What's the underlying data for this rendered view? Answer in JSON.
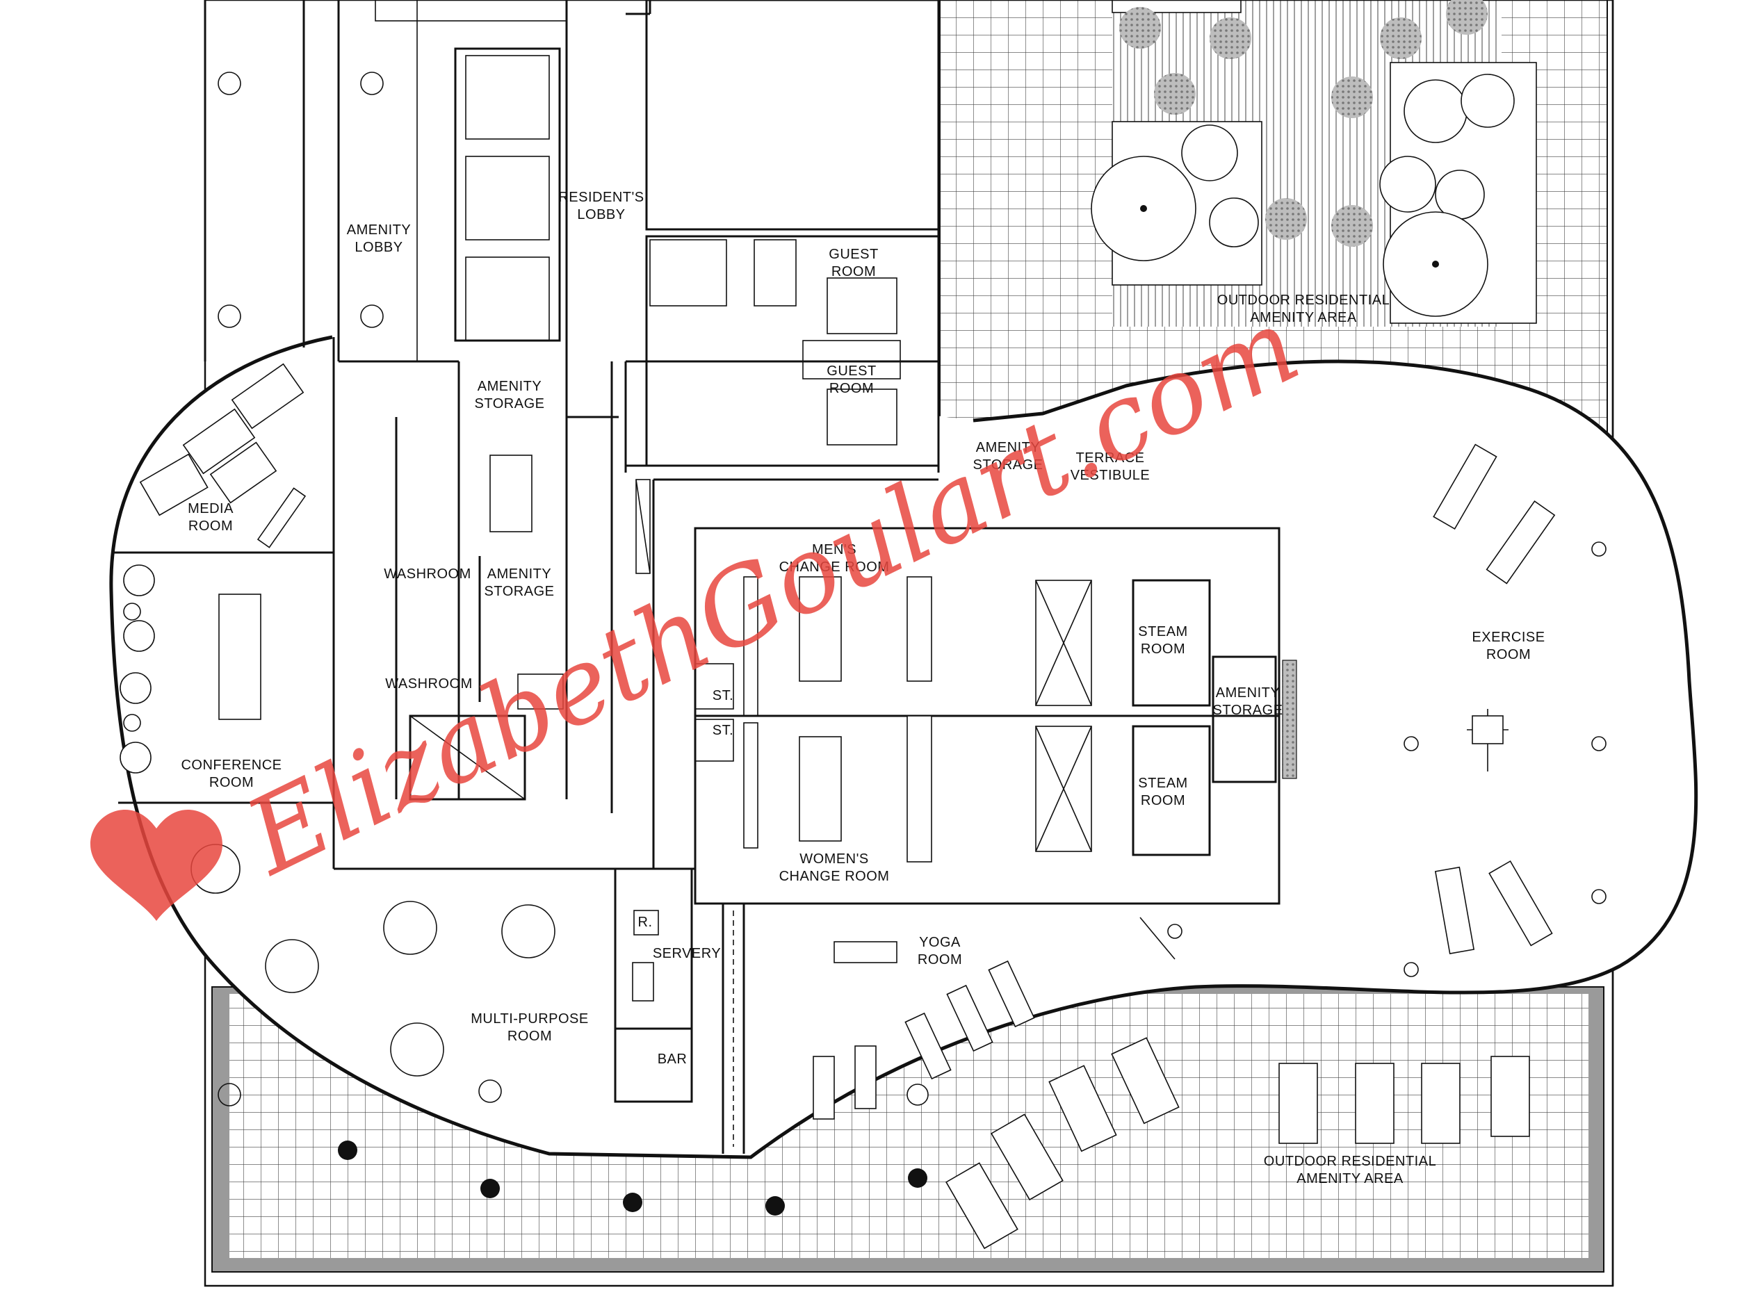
{
  "colors": {
    "line": "#111111",
    "background": "#ffffff",
    "paving": "#9a9a9a",
    "shrub": "#888888",
    "watermark": "#e8463e"
  },
  "rooms": {
    "amenity_lobby": [
      "AMENITY",
      "LOBBY"
    ],
    "residents_lobby": [
      "RESIDENT'S",
      "LOBBY"
    ],
    "guest_room_1": [
      "GUEST",
      "ROOM"
    ],
    "guest_room_2": [
      "GUEST",
      "ROOM"
    ],
    "outdoor_top": [
      "OUTDOOR RESIDENTIAL",
      "AMENITY AREA"
    ],
    "amenity_storage_1": [
      "AMENITY",
      "STORAGE"
    ],
    "amenity_storage_2": [
      "AMENITY",
      "STORAGE"
    ],
    "amenity_storage_3": [
      "AMENITY",
      "STORAGE"
    ],
    "amenity_storage_4": [
      "AMENITY",
      "STORAGE"
    ],
    "terrace_vestibule": [
      "TERRACE",
      "VESTIBULE"
    ],
    "media_room": [
      "MEDIA",
      "ROOM"
    ],
    "washroom_1": "WASHROOM",
    "washroom_2": "WASHROOM",
    "mens_change": [
      "MEN'S",
      "CHANGE ROOM"
    ],
    "womens_change": [
      "WOMEN'S",
      "CHANGE ROOM"
    ],
    "steam_room_1": [
      "STEAM",
      "ROOM"
    ],
    "steam_room_2": [
      "STEAM",
      "ROOM"
    ],
    "st_1": "ST.",
    "st_2": "ST.",
    "exercise_room": [
      "EXERCISE",
      "ROOM"
    ],
    "conference_room": [
      "CONFERENCE",
      "ROOM"
    ],
    "servery": "SERVERY",
    "r": "R.",
    "bar": "BAR",
    "yoga_room": [
      "YOGA",
      "ROOM"
    ],
    "multi_purpose_room": [
      "MULTI-PURPOSE",
      "ROOM"
    ],
    "outdoor_bottom": [
      "OUTDOOR RESIDENTIAL",
      "AMENITY AREA"
    ]
  },
  "watermark": {
    "text": "ElizabethGoulart.com",
    "icon": "heart-icon"
  }
}
